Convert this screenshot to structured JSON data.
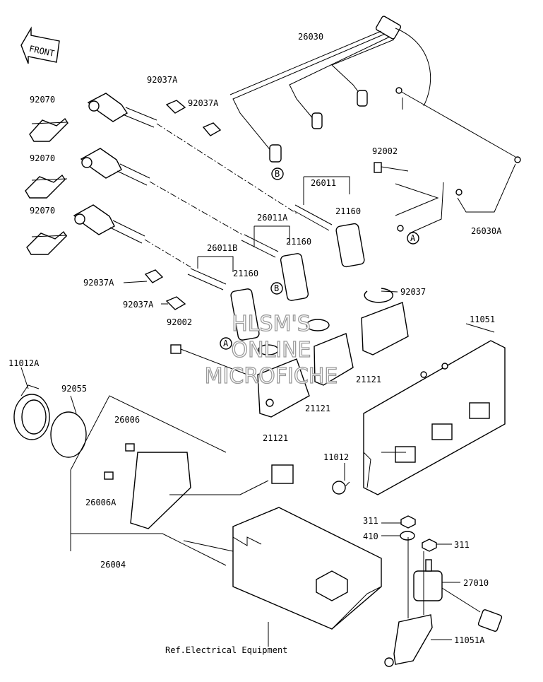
{
  "front_label": "FRONT",
  "reference_text": "Ref.Electrical Equipment",
  "watermark": [
    "HLSM'S",
    "ONLINE",
    "MICROFICHE"
  ],
  "callout_letters": {
    "a": "A",
    "b": "B"
  },
  "part_labels": {
    "p26030": "26030",
    "p92037A_1": "92037A",
    "p92037A_2": "92037A",
    "p92070_1": "92070",
    "p92070_2": "92070",
    "p92070_3": "92070",
    "p92002_1": "92002",
    "p26011": "26011",
    "p21160_1": "21160",
    "p26030A": "26030A",
    "p26011A": "26011A",
    "p21160_2": "21160",
    "p26011B": "26011B",
    "p21160_3": "21160",
    "p92037A_3": "92037A",
    "p92037": "92037",
    "p92037A_4": "92037A",
    "p92002_2": "92002",
    "p11051": "11051",
    "p11012A": "11012A",
    "p92055": "92055",
    "p21121_1": "21121",
    "p21121_2": "21121",
    "p21121_3": "21121",
    "p26006": "26006",
    "p11012": "11012",
    "p26006A": "26006A",
    "p311_1": "311",
    "p410": "410",
    "p311_2": "311",
    "p26004": "26004",
    "p27010": "27010",
    "p11051A": "11051A"
  }
}
